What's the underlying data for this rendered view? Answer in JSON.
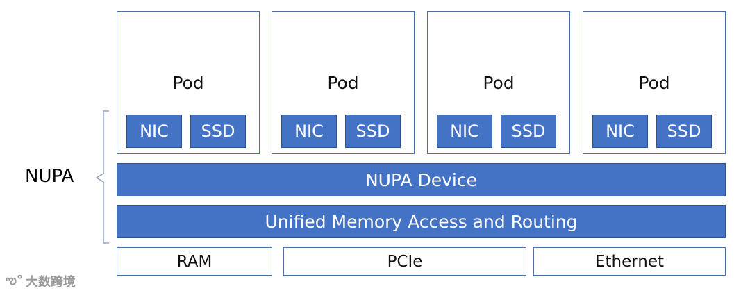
{
  "pods": [
    {
      "label": "Pod",
      "nic": "NIC",
      "ssd": "SSD"
    },
    {
      "label": "Pod",
      "nic": "NIC",
      "ssd": "SSD"
    },
    {
      "label": "Pod",
      "nic": "NIC",
      "ssd": "SSD"
    },
    {
      "label": "Pod",
      "nic": "NIC",
      "ssd": "SSD"
    }
  ],
  "nupa_label": "NUPA",
  "nupa_device": "NUPA Device",
  "unified_memory": "Unified Memory Access and Routing",
  "hardware": {
    "ram": "RAM",
    "pcie": "PCIe",
    "ethernet": "Ethernet"
  },
  "watermark": "大数跨境",
  "colors": {
    "box_fill": "#4472c4",
    "box_border": "#2f528f",
    "outline": "#4f6f9e"
  }
}
